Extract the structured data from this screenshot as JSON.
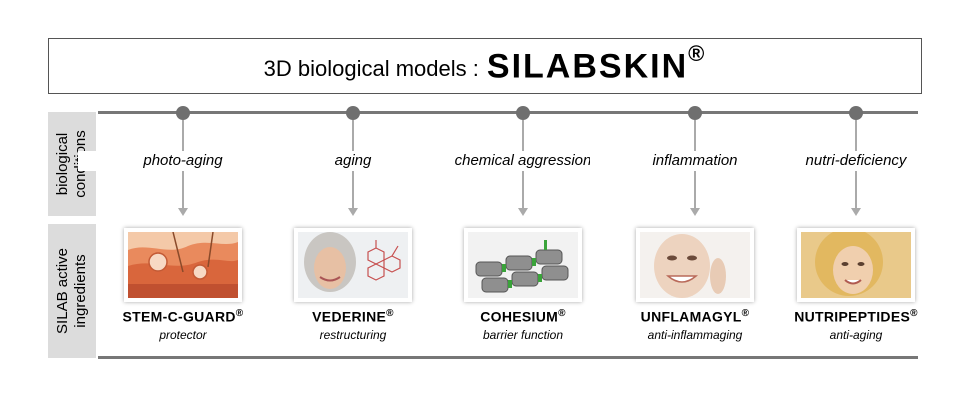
{
  "title": {
    "prefix": "3D biological  models :",
    "brand": "SILABSKIN",
    "reg": "®"
  },
  "side_labels": {
    "biological": [
      "biological",
      "conditions"
    ],
    "active": [
      "SILAB active",
      "ingredients"
    ]
  },
  "columns": [
    {
      "condition": "photo-aging",
      "name": "STEM-C-GUARD",
      "reg": "®",
      "desc": "protector",
      "image": "skin-cross-section"
    },
    {
      "condition": "aging",
      "name": "VEDERINE",
      "reg": "®",
      "desc": "restructuring",
      "image": "mature-woman-molecule"
    },
    {
      "condition": "chemical aggression",
      "name": "COHESIUM",
      "reg": "®",
      "desc": "barrier function",
      "image": "3d-cell-structure"
    },
    {
      "condition": "inflammation",
      "name": "UNFLAMAGYL",
      "reg": "®",
      "desc": "anti-inflammaging",
      "image": "smiling-woman"
    },
    {
      "condition": "nutri-deficiency",
      "name": "NUTRIPEPTIDES",
      "reg": "®",
      "desc": "anti-aging",
      "image": "blonde-woman"
    }
  ]
}
